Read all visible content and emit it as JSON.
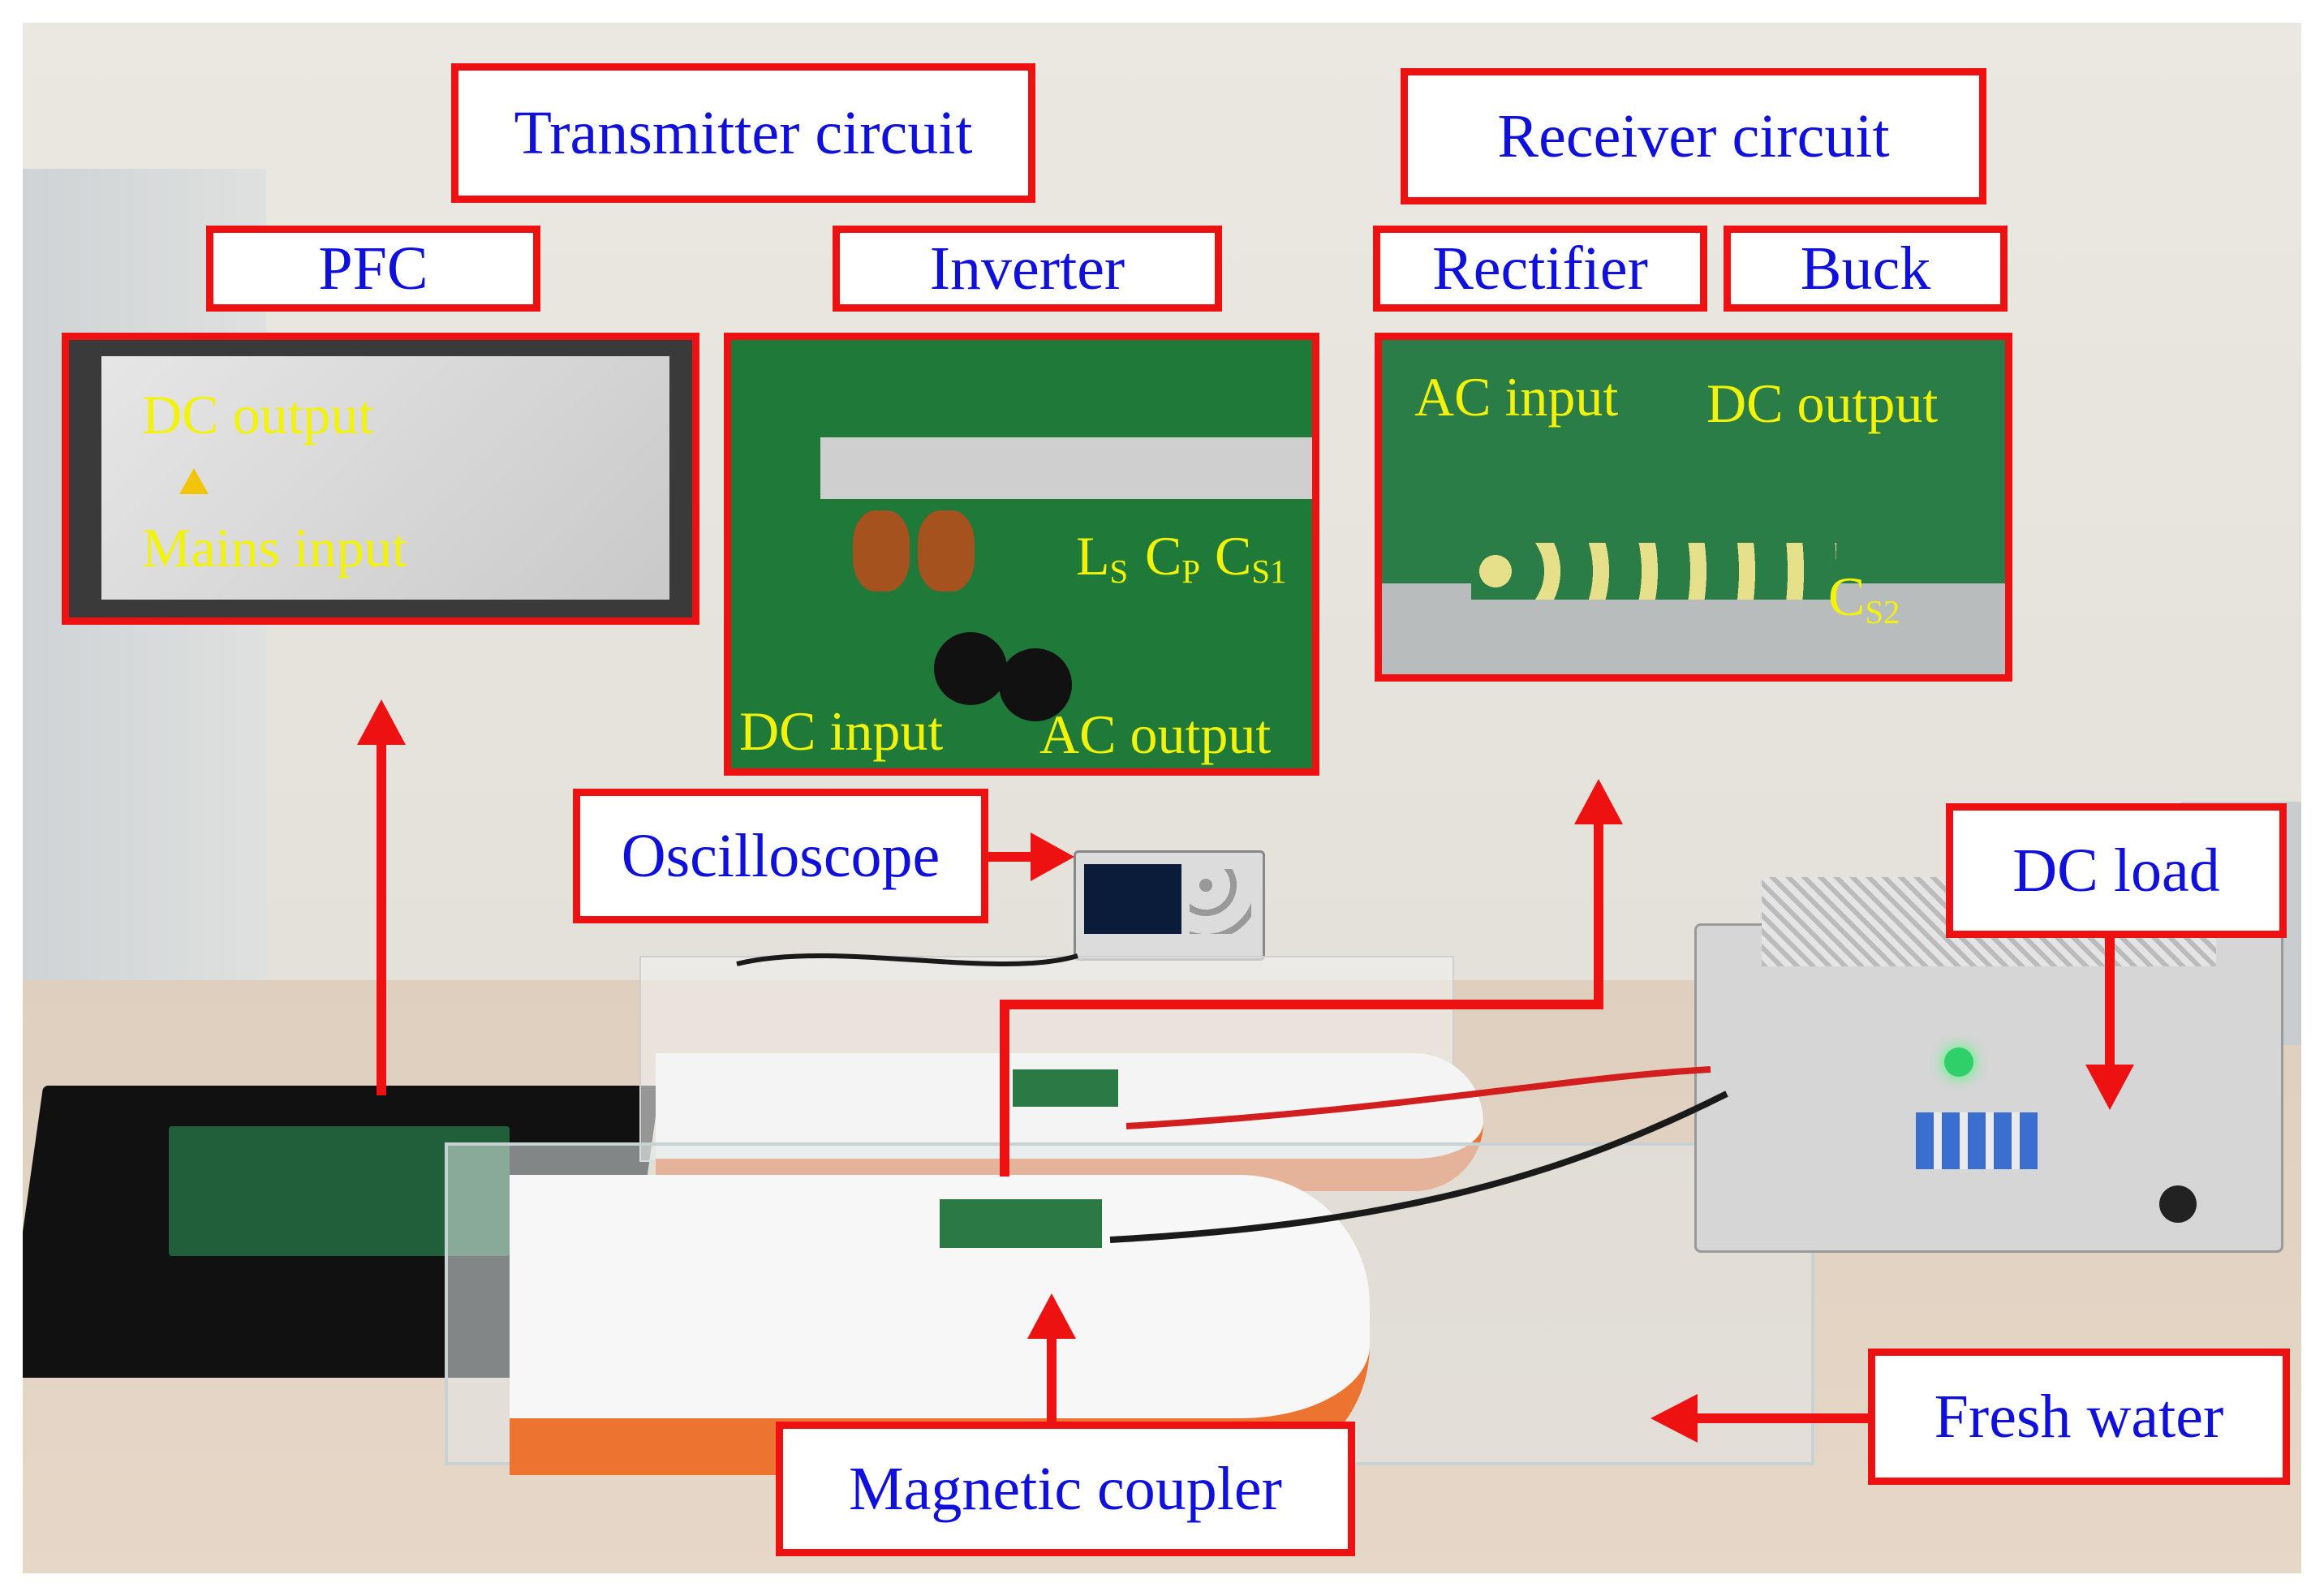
{
  "labels": {
    "transmitter": "Transmitter circuit",
    "receiver": "Receiver circuit",
    "pfc": "PFC",
    "inverter": "Inverter",
    "rectifier": "Rectifier",
    "buck": "Buck",
    "oscilloscope": "Oscilloscope",
    "dc_load": "DC load",
    "fresh_water": "Fresh water",
    "magnetic_coupler": "Magnetic coupler"
  },
  "pfc_annotations": {
    "dc_output": "DC output",
    "mains_input": "Mains input"
  },
  "inverter_annotations": {
    "dc_input": "DC input",
    "ac_output": "AC output",
    "ls": "L",
    "ls_sub": "S",
    "cp": "C",
    "cp_sub": "P",
    "cs1": "C",
    "cs1_sub": "S1"
  },
  "receiver_annotations": {
    "ac_input": "AC input",
    "dc_output": "DC output",
    "cs2": "C",
    "cs2_sub": "S2"
  },
  "colors": {
    "frame": "#ee1111",
    "label_text": "#1010dd",
    "annotation_text": "#f2f20a",
    "pcb": "#1f7a3a"
  }
}
